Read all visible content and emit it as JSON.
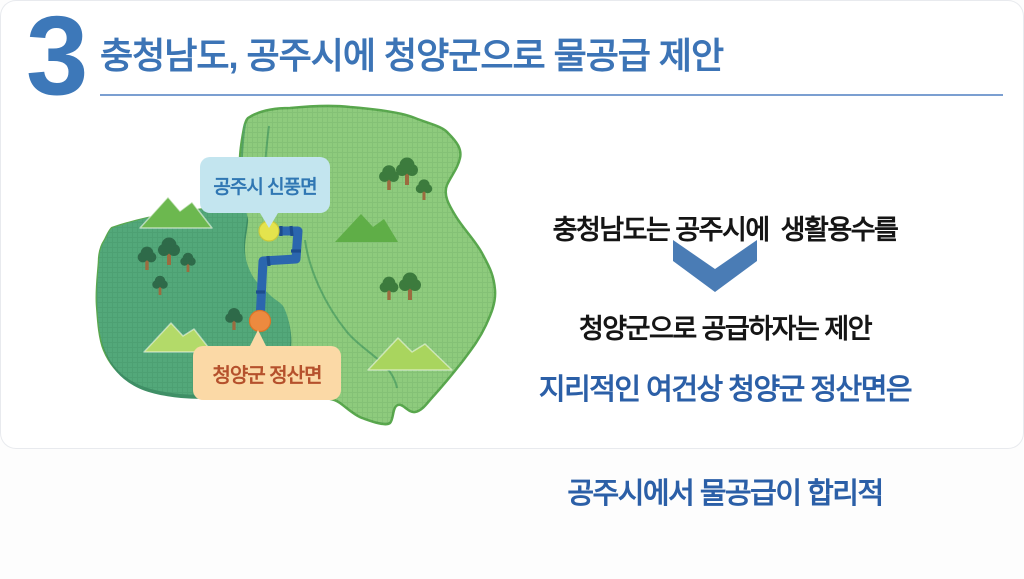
{
  "header": {
    "section_number": "3",
    "title": "충청남도, 공주시에 청양군으로 물공급 제안"
  },
  "map": {
    "origin_label": "공주시 신풍면",
    "destination_label": "청양군 정산면"
  },
  "flow": {
    "proposal_line1": "충청남도는 공주시에  생활용수를",
    "proposal_line2": "청양군으로 공급하자는 제안",
    "conclusion_line1": "지리적인 여건상 청양군 정산면은",
    "conclusion_line2": "공주시에서 물공급이 합리적"
  },
  "icons": {
    "down_arrow": "chevron-down",
    "pipeline": "water-pipe",
    "origin_marker": "yellow-dot",
    "destination_marker": "orange-dot",
    "decorations": [
      "tree-icon",
      "mountain-icon"
    ]
  },
  "colors": {
    "accent_blue": "#3d78b9",
    "title_blue": "#3c74b6",
    "underline_blue": "#7b9fd1",
    "body_text": "#151515",
    "conclusion_blue": "#2b5fa7",
    "arrow_blue": "#4a7cb5",
    "map_light_green": "#8ecb7d",
    "map_border_green": "#5aa84e",
    "map_dark_green": "#53a87a",
    "map_shadow_green": "#3f8f66",
    "bubble_blue": "#c3e5ef",
    "bubble_text_blue": "#3077b3",
    "label_peach": "#fbd9a6",
    "label_text_brown": "#b5512c",
    "pipe_blue": "#2b66ae",
    "pipe_joint_blue": "#1c4d8d",
    "origin_yellow": "#e4e34d",
    "destination_orange": "#ec8a3f"
  }
}
